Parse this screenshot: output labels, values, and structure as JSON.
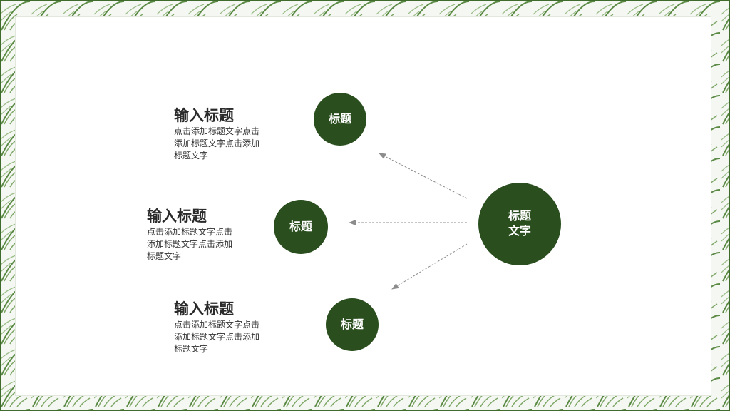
{
  "center_node": {
    "line1": "标题",
    "line2": "文字"
  },
  "nodes": [
    {
      "label": "标题"
    },
    {
      "label": "标题"
    },
    {
      "label": "标题"
    }
  ],
  "items": [
    {
      "title": "输入标题",
      "lines": [
        "点击添加标题文字点击",
        "添加标题文字点击添加",
        "标题文字"
      ]
    },
    {
      "title": "输入标题",
      "lines": [
        "点击添加标题文字点击",
        "添加标题文字点击添加",
        "标题文字"
      ]
    },
    {
      "title": "输入标题",
      "lines": [
        "点击添加标题文字点击",
        "添加标题文字点击添加",
        "标题文字"
      ]
    }
  ],
  "colors": {
    "node_fill": "#2a4e1e",
    "leaf_border": "#3f6b2c",
    "arrow": "#8c8c8c"
  }
}
